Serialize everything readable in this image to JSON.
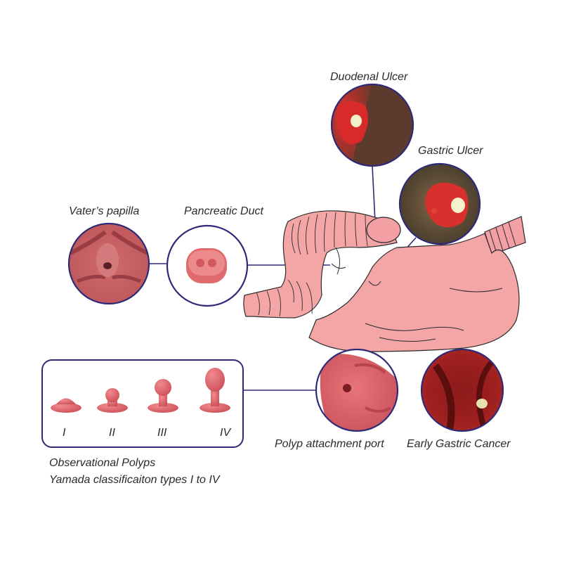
{
  "labels": {
    "duodenal_ulcer": "Duodenal Ulcer",
    "gastric_ulcer": "Gastric Ulcer",
    "vaters_papilla": "Vater’s papilla",
    "pancreatic_duct": "Pancreatic Duct",
    "polyp_attachment_port": "Polyp attachment port",
    "early_gastric_cancer": "Early Gastric Cancer"
  },
  "polyp_panel": {
    "types": [
      "I",
      "II",
      "III",
      "IV"
    ],
    "caption_line1": "Observational Polyps",
    "caption_line2": "Yamada classificaiton types I to IV"
  },
  "colors": {
    "outline": "#2e2a78",
    "organ_fill": "#f4a5a6",
    "tissue_red": "#c8373c",
    "polyp_model": "#e2646a"
  }
}
